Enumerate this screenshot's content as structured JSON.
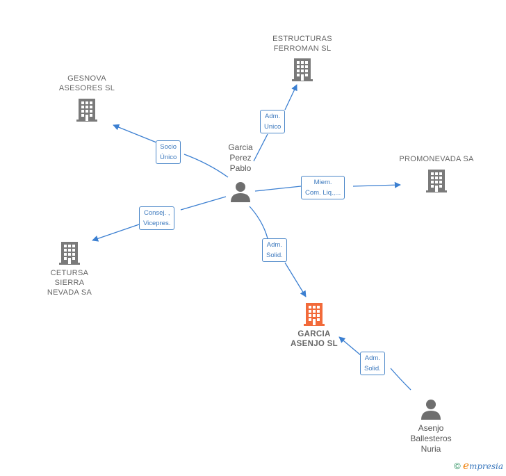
{
  "colors": {
    "edge": "#3b7fd1",
    "company": "#7a7a7a",
    "main_company": "#f26a3a",
    "person": "#6e6e6e"
  },
  "nodes": {
    "estructuras": {
      "line1": "ESTRUCTURAS",
      "line2": "FERROMAN  SL"
    },
    "gesnova": {
      "line1": "GESNOVA",
      "line2": "ASESORES SL"
    },
    "promonevada": {
      "line1": "PROMONEVADA SA"
    },
    "cetursa": {
      "line1": "CETURSA",
      "line2": "SIERRA",
      "line3": "NEVADA SA"
    },
    "garcia_asenjo": {
      "line1": "GARCIA",
      "line2": "ASENJO  SL"
    },
    "garcia_perez": {
      "line1": "Garcia",
      "line2": "Perez",
      "line3": "Pablo"
    },
    "asenjo": {
      "line1": "Asenjo",
      "line2": "Ballesteros",
      "line3": "Nuria"
    }
  },
  "relations": {
    "adm_unico": {
      "line1": "Adm.",
      "line2": "Unico"
    },
    "socio_unico": {
      "line1": "Socio",
      "line2": "Único"
    },
    "miem": {
      "line1": "Miem.",
      "line2": "Com. Liq.,..."
    },
    "consej": {
      "line1": "Consej. ,",
      "line2": "Vicepres."
    },
    "adm_solid_1": {
      "line1": "Adm.",
      "line2": "Solid."
    },
    "adm_solid_2": {
      "line1": "Adm.",
      "line2": "Solid."
    }
  },
  "brand": {
    "copyright": "©",
    "e": "e",
    "rest": "mpresia"
  }
}
